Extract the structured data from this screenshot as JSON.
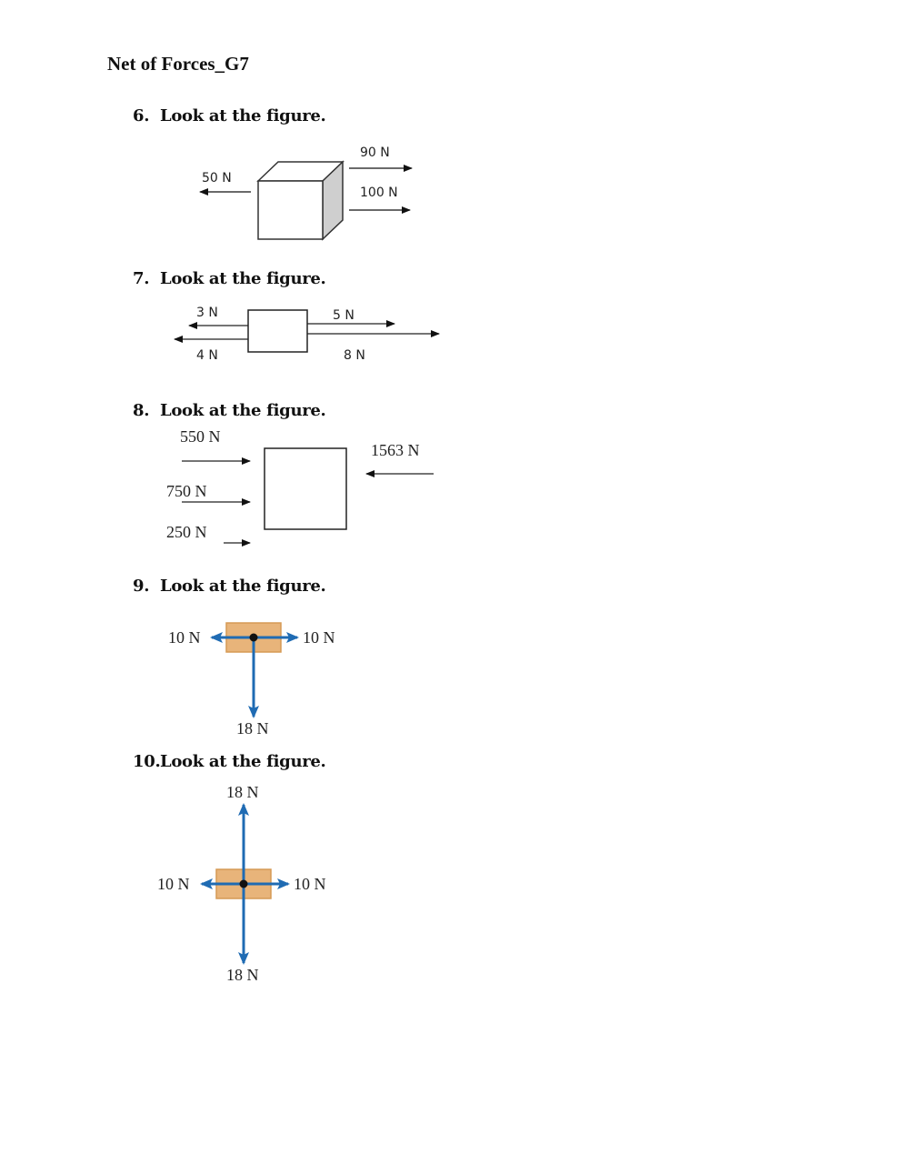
{
  "document": {
    "title": "Net of Forces_G7"
  },
  "questions": [
    {
      "number": "6.",
      "prompt": "Look at the figure.",
      "figure": {
        "type": "3d-box-horizontal-forces",
        "forces": [
          {
            "label": "50 N",
            "direction": "left"
          },
          {
            "label": "90 N",
            "direction": "right"
          },
          {
            "label": "100 N",
            "direction": "right"
          }
        ]
      }
    },
    {
      "number": "7.",
      "prompt": "Look at the figure.",
      "figure": {
        "type": "box-horizontal-forces",
        "forces": [
          {
            "label": "3 N",
            "direction": "left"
          },
          {
            "label": "4 N",
            "direction": "left"
          },
          {
            "label": "5 N",
            "direction": "right"
          },
          {
            "label": "8 N",
            "direction": "right"
          }
        ]
      }
    },
    {
      "number": "8.",
      "prompt": "Look at the figure.",
      "figure": {
        "type": "box-horizontal-forces",
        "forces": [
          {
            "label": "550 N",
            "direction": "right"
          },
          {
            "label": "750 N",
            "direction": "right"
          },
          {
            "label": "250 N",
            "direction": "right"
          },
          {
            "label": "1563 N",
            "direction": "left"
          }
        ]
      }
    },
    {
      "number": "9.",
      "prompt": "Look at the figure.",
      "figure": {
        "type": "free-body-diagram",
        "forces": [
          {
            "label": "10 N",
            "direction": "left"
          },
          {
            "label": "10 N",
            "direction": "right"
          },
          {
            "label": "18 N",
            "direction": "down"
          }
        ]
      }
    },
    {
      "number": "10.",
      "prompt": "Look at the figure.",
      "figure": {
        "type": "free-body-diagram",
        "forces": [
          {
            "label": "18 N",
            "direction": "up"
          },
          {
            "label": "10 N",
            "direction": "left"
          },
          {
            "label": "10 N",
            "direction": "right"
          },
          {
            "label": "18 N",
            "direction": "down"
          }
        ]
      }
    }
  ],
  "colors": {
    "arrow_blue": "#1f6bb3",
    "box_fill": "#e8b47a",
    "box_stroke": "#d69a55",
    "cube_side": "#cfcfcf",
    "text": "#111111"
  }
}
